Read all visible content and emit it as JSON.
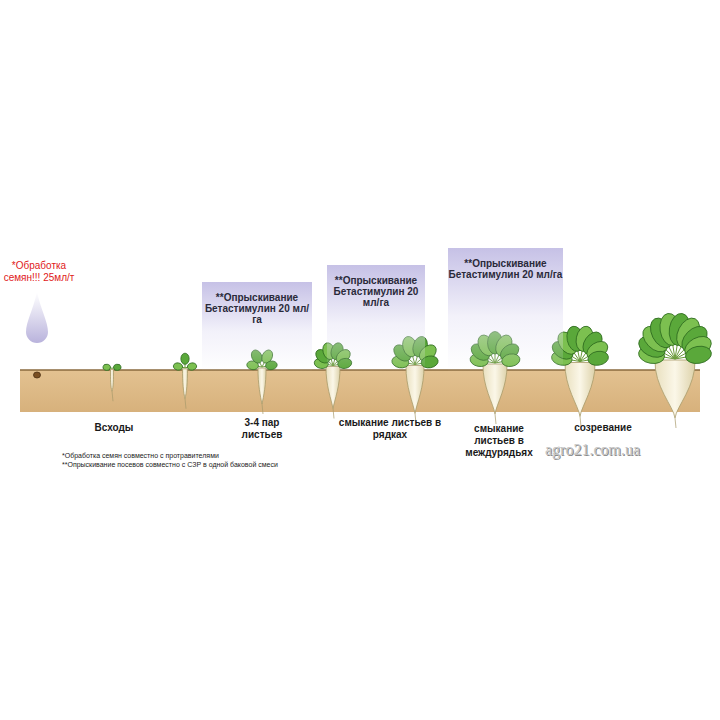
{
  "diagram": {
    "nodes": [
      {
        "text": [
          "**Опрыскивание Бетастимулин 20 мл/га"
        ]
      },
      {
        "text": [
          "**Опрыскивание Бетастимулин 20 мл/га"
        ]
      },
      {
        "text": [
          "**Опрыскивание Бетастимулин 20 мл/га"
        ]
      }
    ],
    "labels": [
      "*Обработка семян!!! 25мл/т",
      "Всходы",
      "3-4 пар листьев",
      "смыкание листьев в рядках",
      "смыкание листьев в междурядьях",
      "созревание",
      "*Обработка семян совместно с протравителями",
      "**Опрыскивание посевов совместно с СЗР в одной баковой смеси",
      "agro21.com.ua"
    ]
  }
}
